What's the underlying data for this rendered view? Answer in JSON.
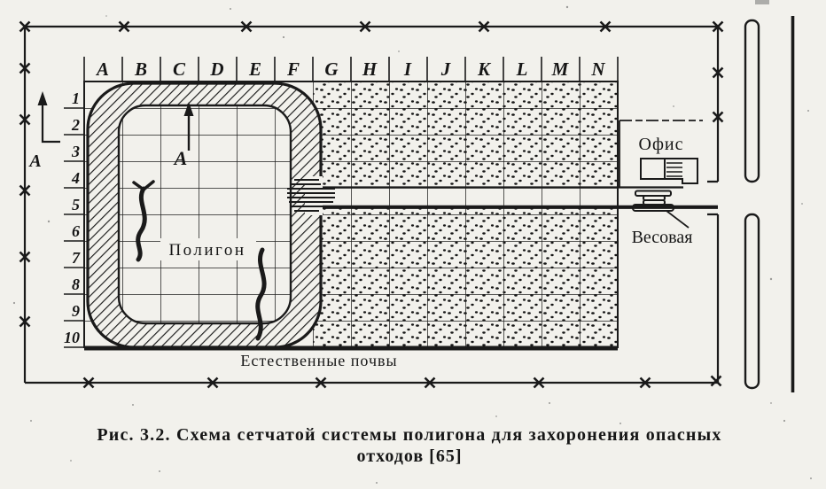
{
  "figure": {
    "grid": {
      "column_labels": [
        "A",
        "B",
        "C",
        "D",
        "E",
        "F",
        "G",
        "H",
        "I",
        "J",
        "K",
        "L",
        "M",
        "N"
      ],
      "row_labels": [
        "1",
        "2",
        "3",
        "4",
        "5",
        "6",
        "7",
        "8",
        "9",
        "10"
      ]
    },
    "labels": {
      "polygon": "Полигон",
      "office": "Офис",
      "weigh_station": "Весовая",
      "natural_soils": "Естественные почвы",
      "section_mark": "А"
    },
    "caption": {
      "line1": "Рис. 3.2. Схема сетчатой системы полигона для захоронения опасных",
      "line2": "отходов [65]"
    },
    "colors": {
      "ink": "#1a1a1a",
      "paper": "#f2f1ec"
    }
  }
}
